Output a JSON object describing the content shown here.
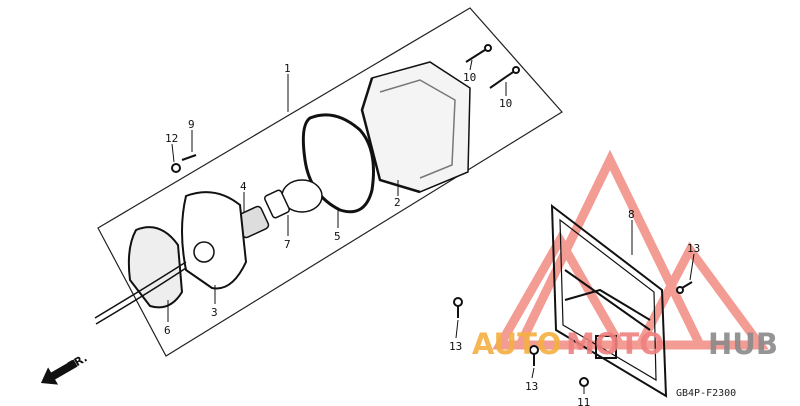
{
  "diagram": {
    "callouts": [
      {
        "id": "1",
        "text": "1"
      },
      {
        "id": "2",
        "text": "2"
      },
      {
        "id": "3",
        "text": "3"
      },
      {
        "id": "4",
        "text": "4"
      },
      {
        "id": "5",
        "text": "5"
      },
      {
        "id": "6",
        "text": "6"
      },
      {
        "id": "7",
        "text": "7"
      },
      {
        "id": "8",
        "text": "8"
      },
      {
        "id": "9",
        "text": "9"
      },
      {
        "id": "10a",
        "text": "10"
      },
      {
        "id": "10b",
        "text": "10"
      },
      {
        "id": "11",
        "text": "11"
      },
      {
        "id": "12",
        "text": "12"
      },
      {
        "id": "13a",
        "text": "13"
      },
      {
        "id": "13b",
        "text": "13"
      },
      {
        "id": "13c",
        "text": "13"
      }
    ],
    "direction_label": "FR.",
    "drawing_code": "GB4P-F2300"
  },
  "watermark": {
    "text_parts": [
      "AUTO",
      "MOTO",
      "HUB"
    ],
    "colors": {
      "auto": "#f5b041",
      "moto": "#f08080",
      "hub": "#8a8a8a",
      "triangles": "#f28b82"
    }
  }
}
